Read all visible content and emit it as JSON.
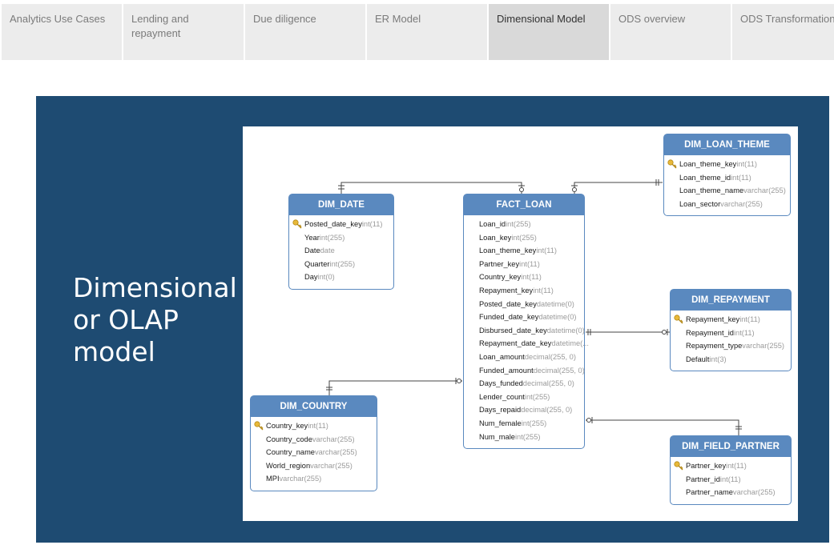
{
  "tabs": [
    {
      "label": "Analytics Use Cases",
      "active": false
    },
    {
      "label": "Lending and repayment",
      "active": false
    },
    {
      "label": "Due diligence",
      "active": false
    },
    {
      "label": "ER Model",
      "active": false
    },
    {
      "label": "Dimensional Model",
      "active": true
    },
    {
      "label": "ODS overview",
      "active": false
    },
    {
      "label": "ODS Transformation",
      "active": false
    }
  ],
  "panel": {
    "title": "Dimensional or OLAP model",
    "background_color": "#1e4b72",
    "header_color": "#5a89bf"
  },
  "tables": {
    "dim_date": {
      "name": "DIM_DATE",
      "columns": [
        {
          "name": "Posted_date_key",
          "type": "int(11)",
          "key": true
        },
        {
          "name": "Year",
          "type": "int(255)",
          "key": false
        },
        {
          "name": "Date",
          "type": "date",
          "key": false
        },
        {
          "name": "Quarter",
          "type": "int(255)",
          "key": false
        },
        {
          "name": "Day",
          "type": "int(0)",
          "key": false
        }
      ]
    },
    "fact_loan": {
      "name": "FACT_LOAN",
      "columns": [
        {
          "name": "Loan_id",
          "type": "int(255)",
          "key": false
        },
        {
          "name": "Loan_key",
          "type": "int(255)",
          "key": false
        },
        {
          "name": "Loan_theme_key",
          "type": "int(11)",
          "key": false
        },
        {
          "name": "Partner_key",
          "type": "int(11)",
          "key": false
        },
        {
          "name": "Country_key",
          "type": "int(11)",
          "key": false
        },
        {
          "name": "Repayment_key",
          "type": "int(11)",
          "key": false
        },
        {
          "name": "Posted_date_key",
          "type": "datetime(0)",
          "key": false
        },
        {
          "name": "Funded_date_key",
          "type": "datetime(0)",
          "key": false
        },
        {
          "name": "Disbursed_date_key",
          "type": "datetime(0)",
          "key": false
        },
        {
          "name": "Repayment_date_key",
          "type": "datetime(...",
          "key": false
        },
        {
          "name": "Loan_amount",
          "type": "decimal(255, 0)",
          "key": false
        },
        {
          "name": "Funded_amount",
          "type": "decimal(255, 0)",
          "key": false
        },
        {
          "name": "Days_funded",
          "type": "decimal(255, 0)",
          "key": false
        },
        {
          "name": "Lender_count",
          "type": "int(255)",
          "key": false
        },
        {
          "name": "Days_repaid",
          "type": "decimal(255, 0)",
          "key": false
        },
        {
          "name": "Num_female",
          "type": "int(255)",
          "key": false
        },
        {
          "name": "Num_male",
          "type": "int(255)",
          "key": false
        }
      ]
    },
    "dim_loan_theme": {
      "name": "DIM_LOAN_THEME",
      "columns": [
        {
          "name": "Loan_theme_key",
          "type": "int(11)",
          "key": true
        },
        {
          "name": "Loan_theme_id",
          "type": "int(11)",
          "key": false
        },
        {
          "name": "Loan_theme_name",
          "type": "varchar(255)",
          "key": false
        },
        {
          "name": "Loan_sector",
          "type": "varchar(255)",
          "key": false
        }
      ]
    },
    "dim_repayment": {
      "name": "DIM_REPAYMENT",
      "columns": [
        {
          "name": "Repayment_key",
          "type": "int(11)",
          "key": true
        },
        {
          "name": "Repayment_id",
          "type": "int(11)",
          "key": false
        },
        {
          "name": "Repayment_type",
          "type": "varchar(255)",
          "key": false
        },
        {
          "name": "Default",
          "type": "int(3)",
          "key": false
        }
      ]
    },
    "dim_country": {
      "name": "DIM_COUNTRY",
      "columns": [
        {
          "name": "Country_key",
          "type": "int(11)",
          "key": true
        },
        {
          "name": "Country_code",
          "type": "varchar(255)",
          "key": false
        },
        {
          "name": "Country_name",
          "type": "varchar(255)",
          "key": false
        },
        {
          "name": "World_region",
          "type": "varchar(255)",
          "key": false
        },
        {
          "name": "MPI",
          "type": "varchar(255)",
          "key": false
        }
      ]
    },
    "dim_field_partner": {
      "name": "DIM_FIELD_PARTNER",
      "columns": [
        {
          "name": "Partner_key",
          "type": "int(11)",
          "key": true
        },
        {
          "name": "Partner_id",
          "type": "int(11)",
          "key": false
        },
        {
          "name": "Partner_name",
          "type": "varchar(255)",
          "key": false
        }
      ]
    }
  }
}
